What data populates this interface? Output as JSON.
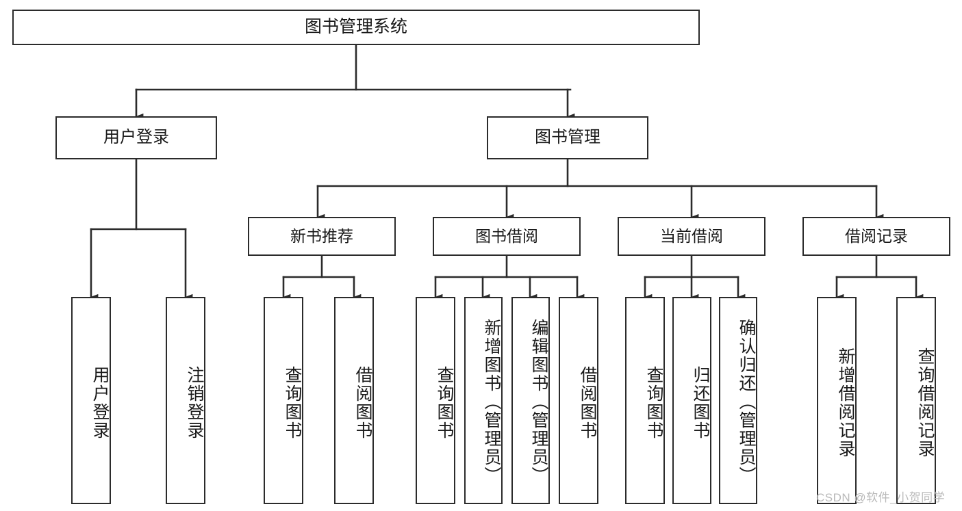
{
  "diagram": {
    "title": "图书管理系统",
    "type": "hierarchy-tree",
    "watermark": "CSDN @软件_小贺同学",
    "colors": {
      "background": "#ffffff",
      "box_border": "#2b2b2b",
      "box_fill": "#ffffff",
      "connector": "#2b2b2b",
      "text": "#1a1a1a",
      "watermark": "#b9b9b9"
    },
    "levels": {
      "root": {
        "label": "图书管理系统"
      },
      "level2": [
        {
          "label": "用户登录"
        },
        {
          "label": "图书管理"
        }
      ],
      "level3": [
        {
          "label": "新书推荐"
        },
        {
          "label": "图书借阅"
        },
        {
          "label": "当前借阅"
        },
        {
          "label": "借阅记录"
        }
      ],
      "leaves": [
        {
          "label": "用户登录",
          "parent": "用户登录"
        },
        {
          "label": "注销登录",
          "parent": "用户登录"
        },
        {
          "label": "查询图书",
          "parent": "新书推荐"
        },
        {
          "label": "借阅图书",
          "parent": "新书推荐"
        },
        {
          "label": "查询图书",
          "parent": "图书借阅"
        },
        {
          "label": "新增图书（管理员）",
          "parent": "图书借阅"
        },
        {
          "label": "编辑图书（管理员）",
          "parent": "图书借阅"
        },
        {
          "label": "借阅图书",
          "parent": "图书借阅"
        },
        {
          "label": "查询图书",
          "parent": "当前借阅"
        },
        {
          "label": "归还图书",
          "parent": "当前借阅"
        },
        {
          "label": "确认归还（管理员）",
          "parent": "当前借阅"
        },
        {
          "label": "新增借阅记录",
          "parent": "借阅记录"
        },
        {
          "label": "查询借阅记录",
          "parent": "借阅记录"
        }
      ]
    }
  }
}
